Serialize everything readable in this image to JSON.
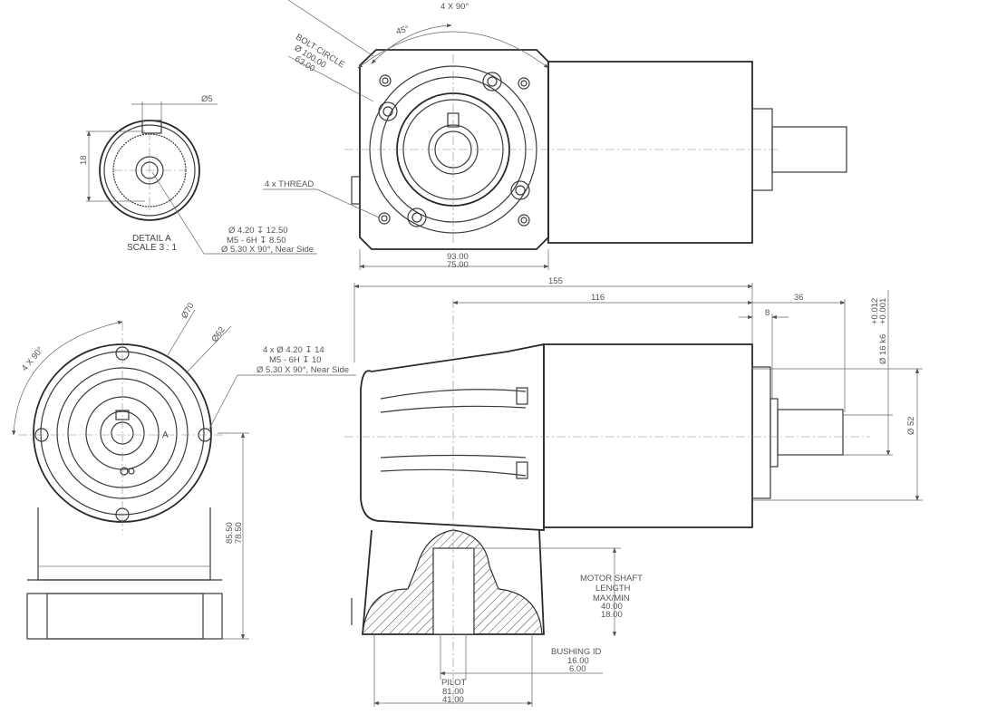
{
  "top_view": {
    "angle_total": "4 X 90°",
    "angle_half": "45°",
    "bolt_circle_label": "BOLT CIRCLE",
    "bolt_circle_max": "Ø 100.00",
    "bolt_circle_min": "63.00",
    "thread_label": "4 x THREAD",
    "square_max": "93.00",
    "square_min": "75.00"
  },
  "detail_a": {
    "keyway_width": "Ø5",
    "height": "18",
    "title": "DETAIL A",
    "scale": "SCALE 3 : 1",
    "callout_line1": "Ø 4.20 ↧ 12.50",
    "callout_line2": "M5 - 6H ↧ 8.50",
    "callout_line3": "Ø 5.30 X 90°, Near Side"
  },
  "front_view": {
    "dia_outer": "Ø70",
    "dia_inner": "Ø62",
    "angle": "4 X 90°",
    "detail_marker": "A",
    "callout_line1": "4 x Ø 4.20 ↧ 14",
    "callout_line2": "M5 - 6H ↧ 10",
    "callout_line3": "Ø 5.30 X 90°, Near Side",
    "height_max": "85.50",
    "height_min": "78.50"
  },
  "side_view": {
    "overall_length": "155",
    "center_length": "116",
    "shaft_length": "36",
    "shoulder": "8",
    "shaft_dia": "Ø 16 k6",
    "tol_upper": "+0.012",
    "tol_lower": "+0.001",
    "pilot_dia": "Ø 52",
    "motor_shaft_label1": "MOTOR SHAFT",
    "motor_shaft_label2": "LENGTH",
    "motor_shaft_label3": "MAX/MIN",
    "motor_shaft_max": "40.00",
    "motor_shaft_min": "18.00",
    "bushing_label": "BUSHING ID",
    "bushing_max": "16.00",
    "bushing_min": "6.00",
    "pilot_label": "PILOT",
    "pilot_max": "81.00",
    "pilot_min": "41.00"
  }
}
